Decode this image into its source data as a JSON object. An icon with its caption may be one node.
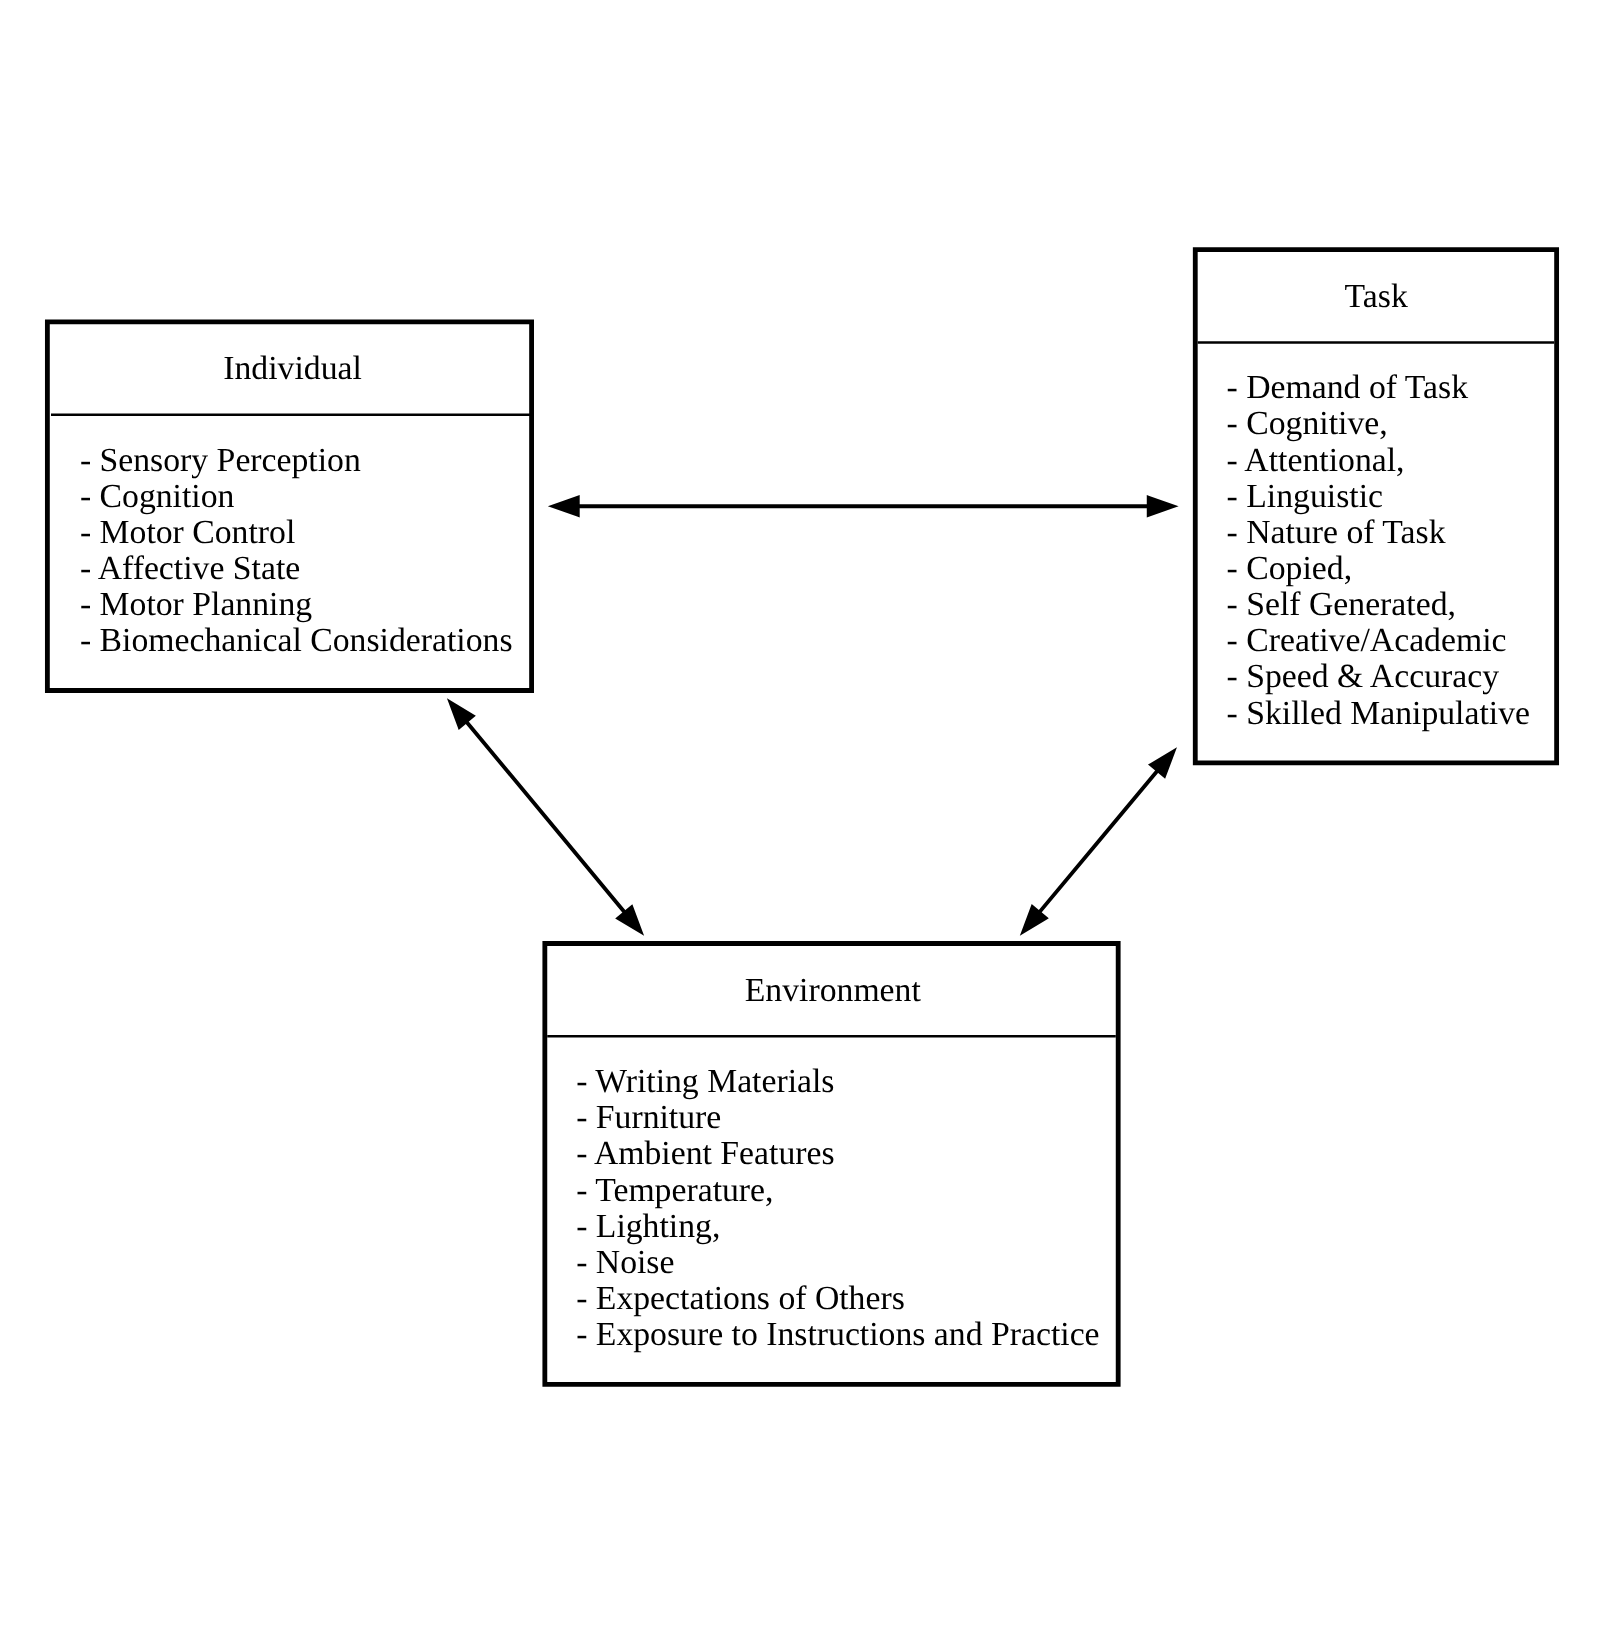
{
  "diagram": {
    "nodes": [
      {
        "text": [
          "Individual",
          "- Sensory Perception",
          "- Cognition",
          "- Motor Control",
          "- Affective State",
          "- Motor Planning",
          "- Biomechanical Considerations"
        ]
      },
      {
        "text": [
          "Task",
          "- Demand of Task",
          "- Cognitive,",
          "- Attentional,",
          "- Linguistic",
          "- Nature of Task",
          "- Copied,",
          "- Self Generated,",
          "- Creative/Academic",
          "- Speed & Accuracy",
          "- Skilled Manipulative"
        ]
      },
      {
        "text": [
          "Environment",
          "- Writing Materials",
          "- Furniture",
          "- Ambient Features",
          "- Temperature,",
          "- Lighting,",
          "- Noise",
          "- Expectations of Others",
          "- Exposure to Instructions and Practice"
        ]
      }
    ],
    "edges": [
      {
        "from": 0,
        "to": 1,
        "arrow": "both"
      },
      {
        "from": 0,
        "to": 2,
        "arrow": "both"
      },
      {
        "from": 1,
        "to": 2,
        "arrow": "both"
      }
    ]
  }
}
